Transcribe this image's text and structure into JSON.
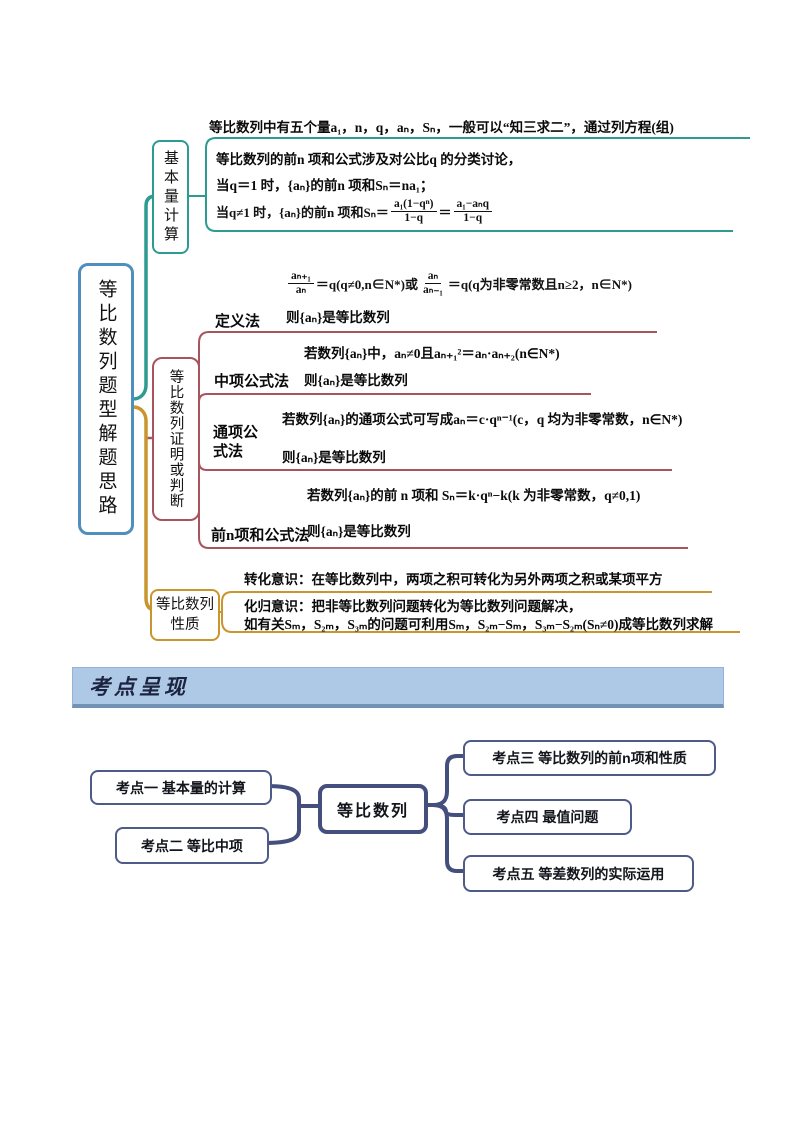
{
  "colors": {
    "branch_basic": "#2D9B8F",
    "branch_proof": "#A8545C",
    "branch_property": "#C9952F",
    "root_border": "#4E8FBE",
    "mindmap2_navy": "#454F7D",
    "banner_bg": "#ADC9E6",
    "banner_text": "#1c2340"
  },
  "mindmap1": {
    "root_label": "等比数列题型解题思路",
    "basic": {
      "label": "基本量计算",
      "line1": "等比数列中有五个量a₁，n，q，aₙ，Sₙ，一般可以“知三求二”，通过列方程(组)",
      "box": {
        "l1": "等比数列的前n 项和公式涉及对公比q 的分类讨论，",
        "l2": "当q＝1 时，{aₙ}的前n 项和Sₙ＝na₁；",
        "l3_prefix": "当q≠1 时，{aₙ}的前n 项和Sₙ＝",
        "frac1": {
          "num": "a₁(1−qⁿ)",
          "den": "1−q"
        },
        "eq": "＝",
        "frac2": {
          "num": "a₁−aₙq",
          "den": "1−q"
        }
      }
    },
    "proof": {
      "label": "等比数列证明或判断",
      "m1": {
        "label": "定义法",
        "f1": {
          "num": "aₙ₊₁",
          "den": "aₙ"
        },
        "t1": "＝q(q≠0,n∈N*)或",
        "f2": {
          "num": "aₙ",
          "den": "aₙ₋₁"
        },
        "t2": "＝q(q为非零常数且n≥2，n∈N*)",
        "conclusion": "则{aₙ}是等比数列"
      },
      "m2": {
        "label": "中项公式法",
        "c1": "若数列{aₙ}中，aₙ≠0且aₙ₊₁²＝aₙ·aₙ₊₂(n∈N*)",
        "conclusion": "则{aₙ}是等比数列"
      },
      "m3": {
        "label": "通项公式法",
        "c1": "若数列{aₙ}的通项公式可写成aₙ＝c·qⁿ⁻¹(c，q 均为非零常数，n∈N*)",
        "conclusion": "则{aₙ}是等比数列"
      },
      "m4": {
        "label": "前n项和公式法",
        "c1": "若数列{aₙ}的前 n 项和 Sₙ＝k·qⁿ−k(k 为非零常数，q≠0,1)",
        "conclusion": "则{aₙ}是等比数列"
      }
    },
    "property": {
      "label": "等比数列性质",
      "l1": "转化意识：在等比数列中，两项之积可转化为另外两项之积或某项平方",
      "l2": "化归意识：把非等比数列问题转化为等比数列问题解决，",
      "l3": "如有关Sₘ，S₂ₘ，S₃ₘ的问题可利用Sₘ，S₂ₘ−Sₘ，S₃ₘ−S₂ₘ(Sₙ≠0)成等比数列求解"
    }
  },
  "banner": {
    "title": "考点呈现"
  },
  "mindmap2": {
    "center": "等比数列",
    "left": [
      "考点一  基本量的计算",
      "考点二  等比中项"
    ],
    "right": [
      "考点三  等比数列的前n项和性质",
      "考点四  最值问题",
      "考点五  等差数列的实际运用"
    ]
  }
}
